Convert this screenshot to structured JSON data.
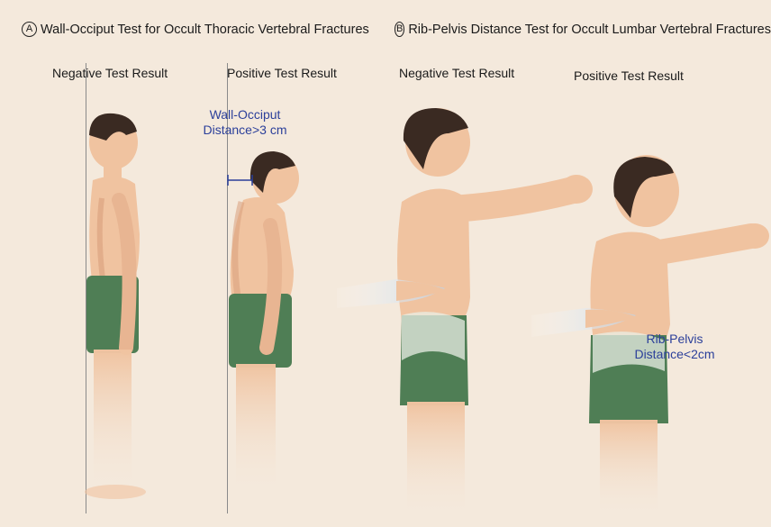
{
  "panels": {
    "a": {
      "letter": "A",
      "title": "Wall-Occiput Test for Occult Thoracic Vertebral Fractures",
      "negative_label": "Negative Test Result",
      "positive_label": "Positive Test Result",
      "annotation_line1": "Wall-Occiput",
      "annotation_line2": "Distance>3 cm"
    },
    "b": {
      "letter": "B",
      "title": "Rib-Pelvis Distance Test for Occult Lumbar Vertebral Fractures",
      "negative_label": "Negative Test Result",
      "positive_label": "Positive Test Result",
      "annotation_line1": "Rib-Pelvis",
      "annotation_line2": "Distance<2cm"
    }
  },
  "colors": {
    "background": "#f4e9dc",
    "skin": "#f0c3a0",
    "skin_shadow": "#d99e7b",
    "shorts": "#4f7e55",
    "hair": "#3a2a22",
    "annotation_text": "#2b3f9a",
    "wall_line": "#8a8a8a"
  }
}
